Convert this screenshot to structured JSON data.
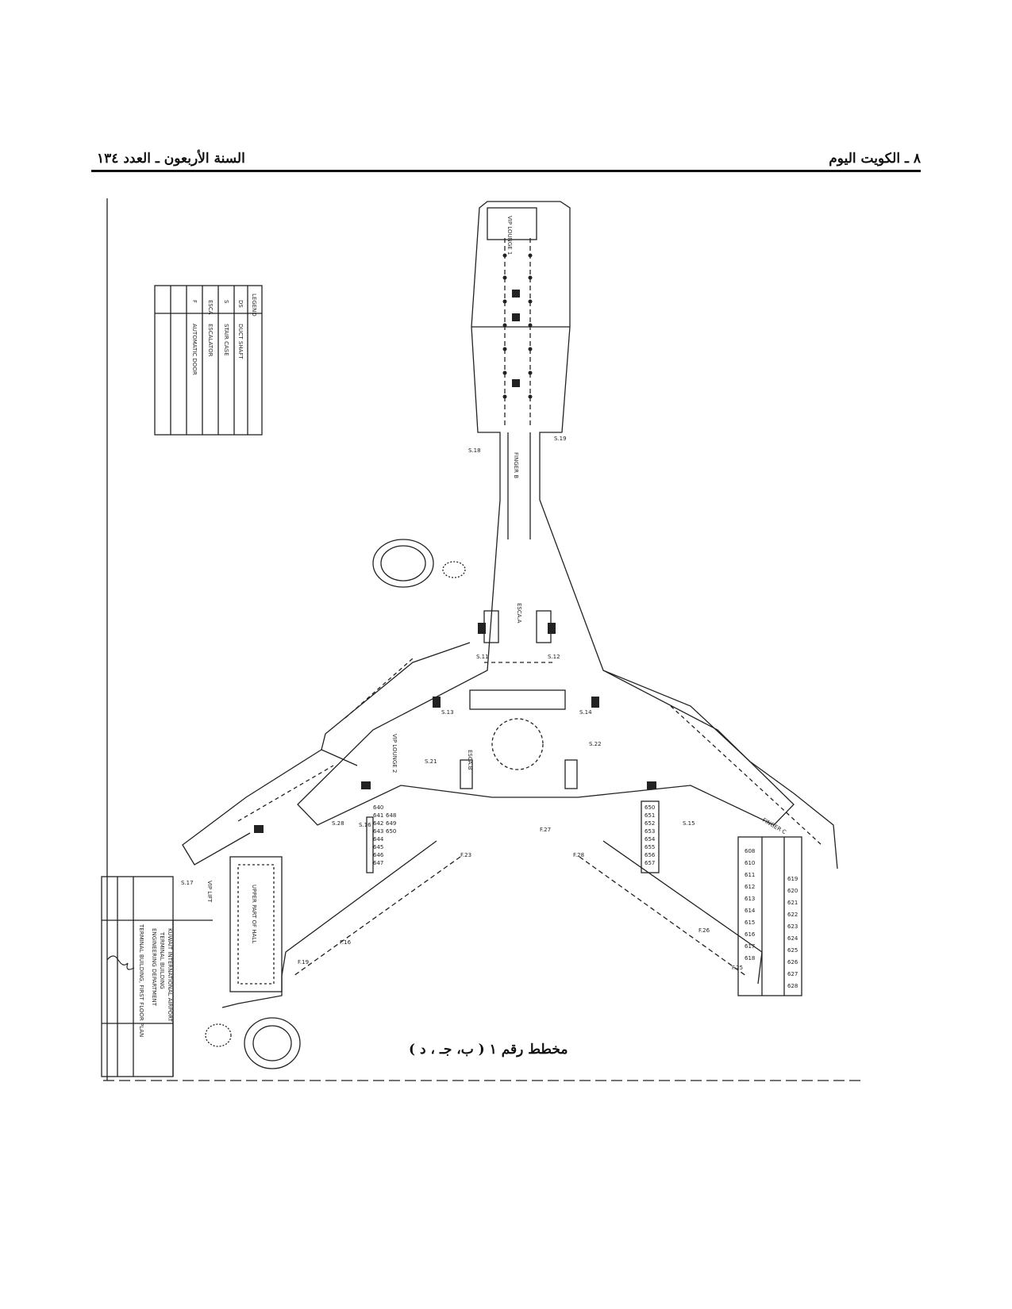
{
  "header": {
    "page_title": "٨ ـ الكويت اليوم",
    "issue_info": "السنة الأربعون ـ العدد ١٣٤"
  },
  "caption": "مخطط رقم ١ ( ب، جـ ، د )",
  "legend": {
    "title": "LEGEND",
    "rows": [
      {
        "code": "DS",
        "desc": "DUCT SHAFT"
      },
      {
        "code": "S",
        "desc": "STAIR CASE"
      },
      {
        "code": "ESCA",
        "desc": "ESCALATOR"
      },
      {
        "code": "F",
        "desc": "AUTOMATIC DOOR"
      }
    ]
  },
  "title_block": {
    "client": "KUWAIT INTERNATIONAL AIRPORT",
    "building": "TERMINAL BUILDING",
    "department": "ENGINEERING DEPARTMENT",
    "drawing_title": "TERMINAL BUILDING, FIRST FLOOR PLAN"
  },
  "plan_labels": {
    "finger_b": "FINGER B",
    "finger_c": "FINGER C",
    "vip_lounge_1": "VIP LOUNGE 1",
    "vip_lounge_2": "VIP LOUNGE 2",
    "upper_part_of_hall": "UPPER PART OF HALL",
    "vip_lift": "VIP LIFT",
    "esca_a": "ESCA.A",
    "esca_b": "ESCA.B",
    "s_labels": [
      "S.18",
      "S.19",
      "S.28",
      "S.21",
      "S.22",
      "S.16",
      "S.15",
      "S.11",
      "S.12",
      "S.13",
      "S.14",
      "S.17"
    ],
    "f_labels": [
      "F.16",
      "F.19",
      "F.23",
      "F.25",
      "F.26",
      "F.27",
      "F.28"
    ],
    "room_codes_right": [
      "608",
      "610",
      "611",
      "612",
      "613",
      "614",
      "615",
      "616",
      "617",
      "618",
      "619",
      "620",
      "621",
      "622",
      "623",
      "624",
      "625",
      "626",
      "627",
      "628"
    ],
    "room_codes_left": [
      "640",
      "641",
      "642",
      "643",
      "644",
      "645",
      "646",
      "647",
      "648",
      "649",
      "650"
    ],
    "room_codes_mid": [
      "650",
      "651",
      "652",
      "653",
      "654",
      "655",
      "656",
      "657"
    ]
  }
}
